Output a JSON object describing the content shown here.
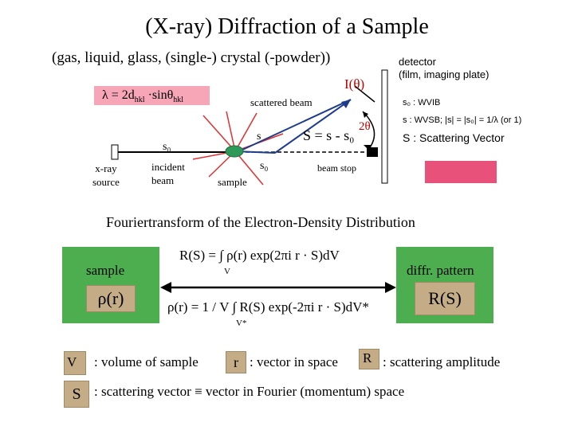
{
  "title": "(X-ray) Diffraction of a Sample",
  "subtitle": "(gas, liquid, glass, (single-) crystal (-powder))",
  "setup": {
    "lambda_prefix": "λ = 2d",
    "lambda_sub1": "hkl",
    "lambda_mid": " ·sinθ",
    "lambda_sub2": "hkl",
    "scattered_beam": "scattered beam",
    "intensity": "I(θ)",
    "detector_line1": "detector",
    "detector_line2": "(film, imaging plate)",
    "two_theta": "2θ",
    "xray_line1": "x-ray",
    "xray_line2": "source",
    "incident_line1": "incident",
    "incident_line2": "beam",
    "sample": "sample",
    "beam_stop": "beam stop",
    "s0_label": "s₀",
    "s_label": "s",
    "s_equation": "S = s - s₀",
    "notation_1": "s₀ : WVIB",
    "notation_2": "s : WVSB; |s| = |s₀| = 1/λ (or 1)",
    "notation_3": "S : Scattering Vector"
  },
  "fourier": {
    "title": "Fouriertransform of the Electron-Density Distribution",
    "sample_box": "sample",
    "diffr_box": "diffr. pattern",
    "sample_glyph": "ρ(r)",
    "diffr_glyph": "R(S)",
    "eq1": "R(S) = ∫ ρ(r) exp(2πi r · S)dV",
    "eq1_sub": "V",
    "eq2": "ρ(r) = 1 / V ∫ R(S) exp(-2πi r · S)dV*",
    "eq2_sub": "V*"
  },
  "legend": {
    "v_symbol": "V",
    "v_text": ": volume of sample",
    "vec_symbol": "r",
    "vec_text": ": vector in space",
    "r_symbol": "R",
    "r_text": ": scattering amplitude",
    "s_symbol": "S",
    "s_text": ": scattering vector ≡ vector in Fourier (momentum) space"
  },
  "colors": {
    "pink_box": "#f7a6b8",
    "red_box": "#e8527a",
    "green_box": "#4cae4f",
    "tile": "#c4ad86",
    "scatter_ray": "#e03030",
    "incident_ray": "#1e3c8c",
    "accent_red": "#c00000"
  }
}
